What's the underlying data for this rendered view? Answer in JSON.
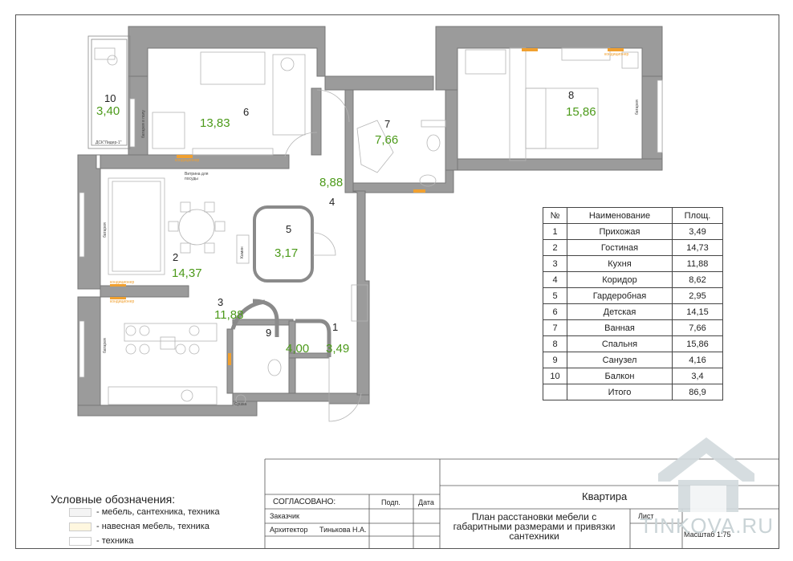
{
  "plan": {
    "rooms": [
      {
        "id": "room-1",
        "number": "1",
        "area": "3,49"
      },
      {
        "id": "room-2",
        "number": "2",
        "area": "14,37"
      },
      {
        "id": "room-3",
        "number": "3",
        "area": "11,88"
      },
      {
        "id": "room-4",
        "number": "4",
        "area": "8,88"
      },
      {
        "id": "room-5",
        "number": "5",
        "area": "3,17"
      },
      {
        "id": "room-6",
        "number": "6",
        "area": "13,83"
      },
      {
        "id": "room-7",
        "number": "7",
        "area": "7,66"
      },
      {
        "id": "room-8",
        "number": "8",
        "area": "15,86"
      },
      {
        "id": "room-9",
        "number": "9",
        "area": "4,00"
      },
      {
        "id": "room-10",
        "number": "10",
        "area": "3,40"
      }
    ],
    "small_labels": {
      "vitrina": "Витрина для посуды",
      "kamin": "Камин",
      "sushka": "Сушка",
      "dsk": "ДСК\"Лидер-1\"",
      "battery": "батарея",
      "battery_panel": "батарея в полу",
      "conditioner": "кондиционер"
    },
    "colors": {
      "wall": "#8a8a8a",
      "wall_fill": "#9b9b9b",
      "green": "#4c9a1a",
      "orange": "#f0a030"
    }
  },
  "room_table": {
    "headers": [
      "№",
      "Наименование",
      "Площ."
    ],
    "rows": [
      [
        "1",
        "Прихожая",
        "3,49"
      ],
      [
        "2",
        "Гостиная",
        "14,73"
      ],
      [
        "3",
        "Кухня",
        "11,88"
      ],
      [
        "4",
        "Коридор",
        "8,62"
      ],
      [
        "5",
        "Гардеробная",
        "2,95"
      ],
      [
        "6",
        "Детская",
        "14,15"
      ],
      [
        "7",
        "Ванная",
        "7,66"
      ],
      [
        "8",
        "Спальня",
        "15,86"
      ],
      [
        "9",
        "Санузел",
        "4,16"
      ],
      [
        "10",
        "Балкон",
        "3,4"
      ],
      [
        "",
        "Итого",
        "86,9"
      ]
    ]
  },
  "legend": {
    "title": "Условные обозначения:",
    "items": [
      {
        "label": "- мебель, сантехника, техника",
        "color": "#f4f4f4"
      },
      {
        "label": "- навесная мебель, техника",
        "color": "#fff7df"
      },
      {
        "label": "- техника",
        "color": "#ffffff"
      }
    ]
  },
  "title_block": {
    "agreed": "СОГЛАСОВАНО:",
    "sign_col": "Подп.",
    "date_col": "Дата",
    "customer": "Заказчик",
    "architect": "Архитектор",
    "architect_name": "Тинькова Н.А.",
    "object": "Квартира",
    "sheet_title": "План расстановки мебели с габаритными размерами и привязки сантехники",
    "sheet_label": "Лист",
    "scale_label": "Масштаб 1:75"
  },
  "watermark": {
    "text": "TINKOVA.RU"
  }
}
